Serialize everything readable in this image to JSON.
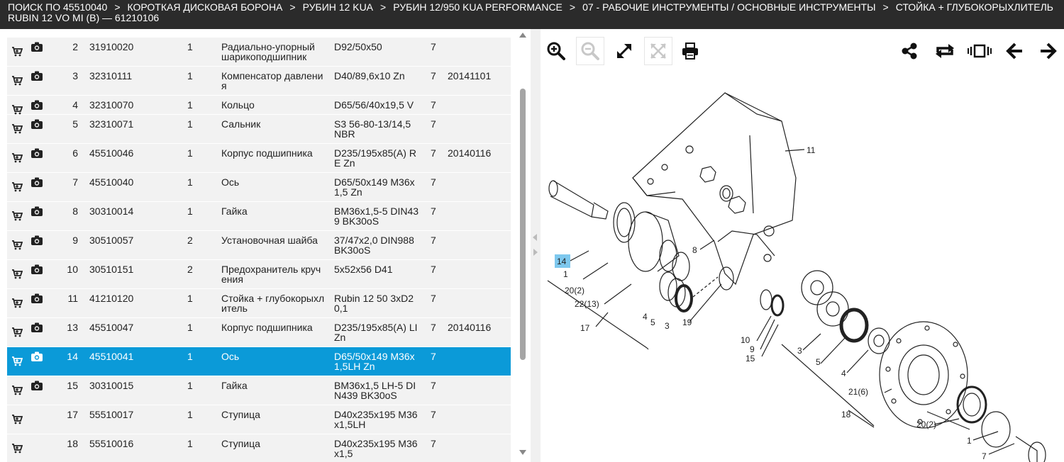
{
  "breadcrumb": [
    "ПОИСК ПО 45510040",
    "КОРОТКАЯ ДИСКОВАЯ БОРОНА",
    "РУБИН 12 KUA",
    "РУБИН 12/950 KUA PERFORMANCE",
    "07 - РАБОЧИЕ ИНСТРУМЕНТЫ / ОСНОВНЫЕ ИНСТРУМЕНТЫ",
    "СТОЙКА + ГЛУБОКОРЫХЛИТЕЛЬ RUBIN 12 VO MI (B) — 61210106"
  ],
  "separator": ">",
  "rows": [
    {
      "pos": "2",
      "art": "31910020",
      "qty": "1",
      "name": "Радиально-упорный шарикоподшипник",
      "dim": "D92/50x50",
      "grp": "7",
      "date": "",
      "photo": true
    },
    {
      "pos": "3",
      "art": "32310111",
      "qty": "1",
      "name": "Компенсатор давлени я",
      "dim": "D40/89,6x10 Zn",
      "grp": "7",
      "date": "20141101",
      "photo": true
    },
    {
      "pos": "4",
      "art": "32310070",
      "qty": "1",
      "name": "Кольцо",
      "dim": "D65/56/40x19,5 V",
      "grp": "7",
      "date": "",
      "photo": true
    },
    {
      "pos": "5",
      "art": "32310071",
      "qty": "1",
      "name": "Сальник",
      "dim": "S3 56-80-13/14,5 NBR",
      "grp": "7",
      "date": "",
      "photo": true
    },
    {
      "pos": "6",
      "art": "45510046",
      "qty": "1",
      "name": "Корпус подшипника",
      "dim": "D235/195x85(A) R E Zn",
      "grp": "7",
      "date": "20140116",
      "photo": true
    },
    {
      "pos": "7",
      "art": "45510040",
      "qty": "1",
      "name": "Ось",
      "dim": "D65/50x149 M36x 1,5 Zn",
      "grp": "7",
      "date": "",
      "photo": true
    },
    {
      "pos": "8",
      "art": "30310014",
      "qty": "1",
      "name": "Гайка",
      "dim": "BM36x1,5-5 DIN43 9 BK30oS",
      "grp": "7",
      "date": "",
      "photo": true
    },
    {
      "pos": "9",
      "art": "30510057",
      "qty": "2",
      "name": "Установочная шайба",
      "dim": "37/47x2,0 DIN988 BK30oS",
      "grp": "7",
      "date": "",
      "photo": true
    },
    {
      "pos": "10",
      "art": "30510151",
      "qty": "2",
      "name": "Предохранитель круч ения",
      "dim": "5x52x56 D41",
      "grp": "7",
      "date": "",
      "photo": true
    },
    {
      "pos": "11",
      "art": "41210120",
      "qty": "1",
      "name": "Стойка + глубокорыхл итель",
      "dim": "Rubin 12 50 3xD2 0,1",
      "grp": "7",
      "date": "",
      "photo": true
    },
    {
      "pos": "13",
      "art": "45510047",
      "qty": "1",
      "name": "Корпус подшипника",
      "dim": "D235/195x85(A) LI Zn",
      "grp": "7",
      "date": "20140116",
      "photo": true
    },
    {
      "pos": "14",
      "art": "45510041",
      "qty": "1",
      "name": "Ось",
      "dim": "D65/50x149 M36x 1,5LH Zn",
      "grp": "7",
      "date": "",
      "photo": true,
      "selected": true
    },
    {
      "pos": "15",
      "art": "30310015",
      "qty": "1",
      "name": "Гайка",
      "dim": "BM36x1,5 LH-5 DI N439 BK30oS",
      "grp": "7",
      "date": "",
      "photo": true
    },
    {
      "pos": "17",
      "art": "55510017",
      "qty": "1",
      "name": "Ступица",
      "dim": "D40x235x195 M36 x1,5LH",
      "grp": "7",
      "date": "",
      "photo": false
    },
    {
      "pos": "18",
      "art": "55510016",
      "qty": "1",
      "name": "Ступица",
      "dim": "D40x235x195 M36 x1,5",
      "grp": "7",
      "date": "",
      "photo": false
    }
  ],
  "toolbar": {
    "left": [
      "zoom-in-icon",
      "zoom-out-icon",
      "expand-icon",
      "fit-icon",
      "print-icon"
    ],
    "right": [
      "share-icon",
      "rotate-icon",
      "slideshow-icon",
      "prev-arrow-icon",
      "next-arrow-icon"
    ]
  },
  "drawing_labels": {
    "l11": "11",
    "l8": "8",
    "l14": "14",
    "l1a": "1",
    "l20a": "20(2)",
    "l22": "22(13)",
    "l17": "17",
    "l4a": "4",
    "l5a": "5",
    "l3a": "3",
    "l19": "19",
    "l10": "10",
    "l9": "9",
    "l15": "15",
    "l3b": "3",
    "l5b": "5",
    "l4b": "4",
    "l21": "21(6)",
    "l18": "18",
    "l20b": "20(2)",
    "l1b": "1",
    "l7": "7"
  },
  "colors": {
    "header_bg": "#2b2b2b",
    "selected_row": "#0b9ad8",
    "row_bg": "#f2f2f2",
    "highlight_label": "#7ec8ee"
  }
}
